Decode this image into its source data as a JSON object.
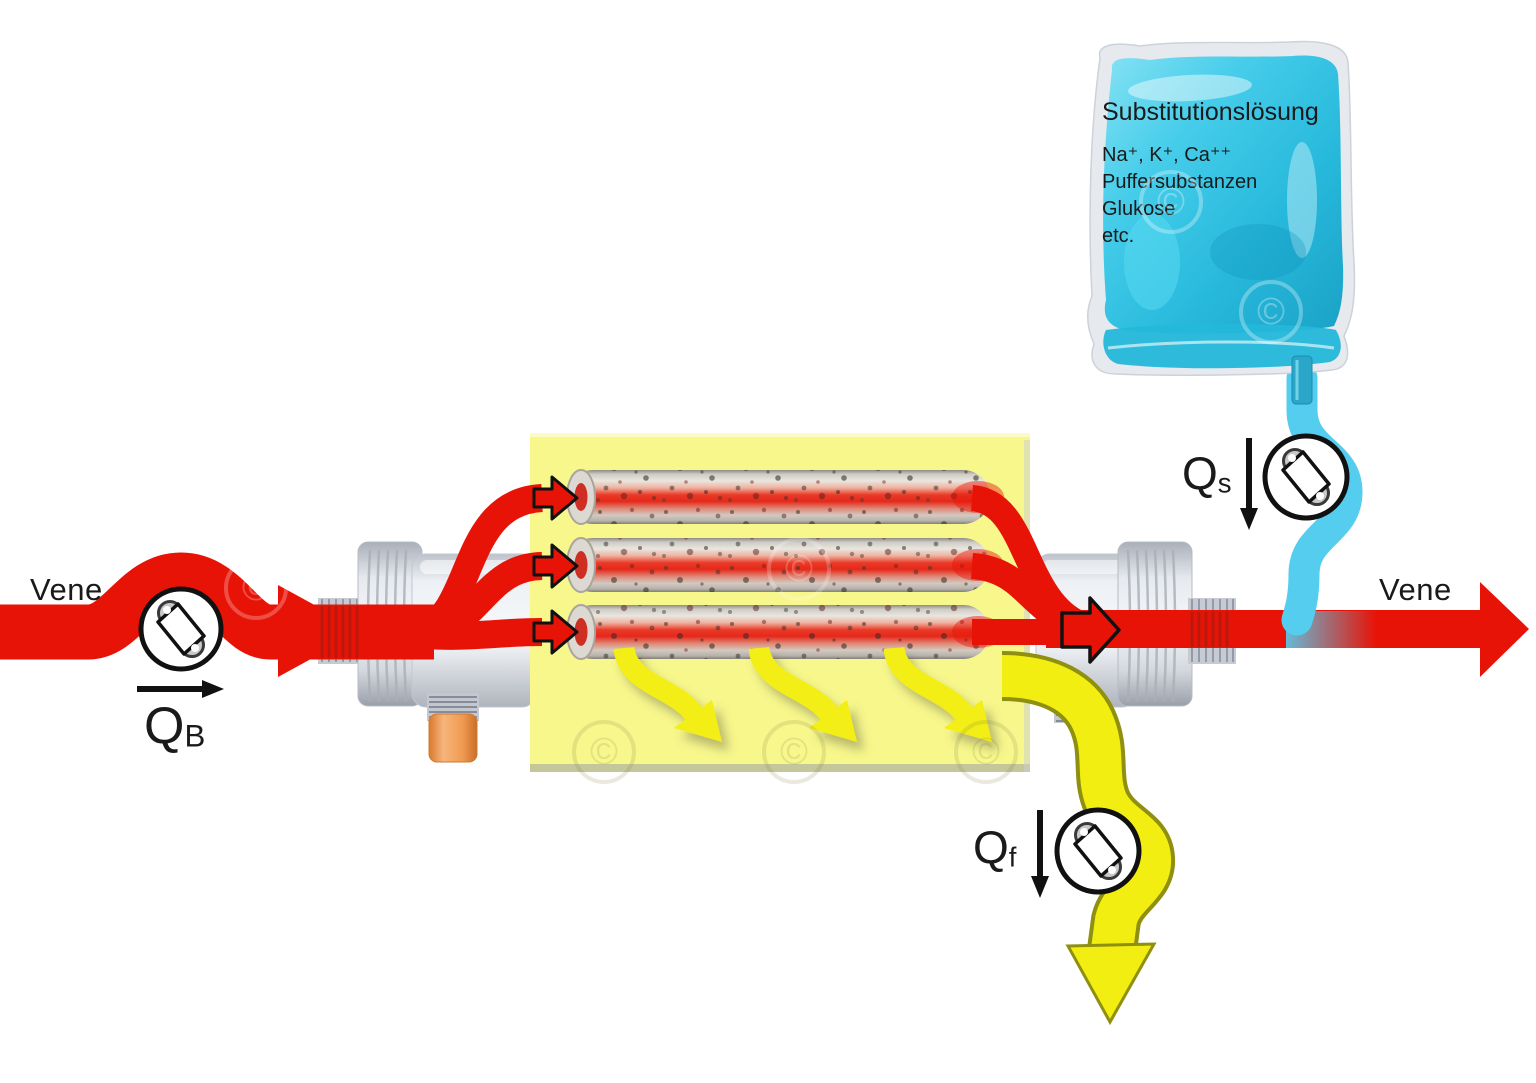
{
  "flows": {
    "vein_in_label": "Vene",
    "vein_out_label": "Vene",
    "blood_flow": {
      "symbol": "Q",
      "subscript": "B"
    },
    "substitution_flow": {
      "symbol": "Q",
      "subscript": "s"
    },
    "filtrate_flow": {
      "symbol": "Q",
      "subscript": "f"
    }
  },
  "substitution_bag": {
    "title": "Substitutionslösung",
    "contents": [
      "Na⁺, K⁺, Ca⁺⁺",
      "Puffersubstanzen",
      "Glukose",
      "etc."
    ]
  },
  "colors": {
    "blood_red": "#e81307",
    "filtrate_yellow": "#f2ee12",
    "filtrate_outline": "#8f8f10",
    "filter_chamber_yellow": "#f7f78c",
    "substitution_cyan": "#55cdee",
    "bag_fluid_cyan": "#2fc3e4",
    "housing_gray": "#d9dde4",
    "port_orange": "#f09a58",
    "label_black": "#1a1a1a"
  },
  "watermark": {
    "symbol": "©"
  }
}
